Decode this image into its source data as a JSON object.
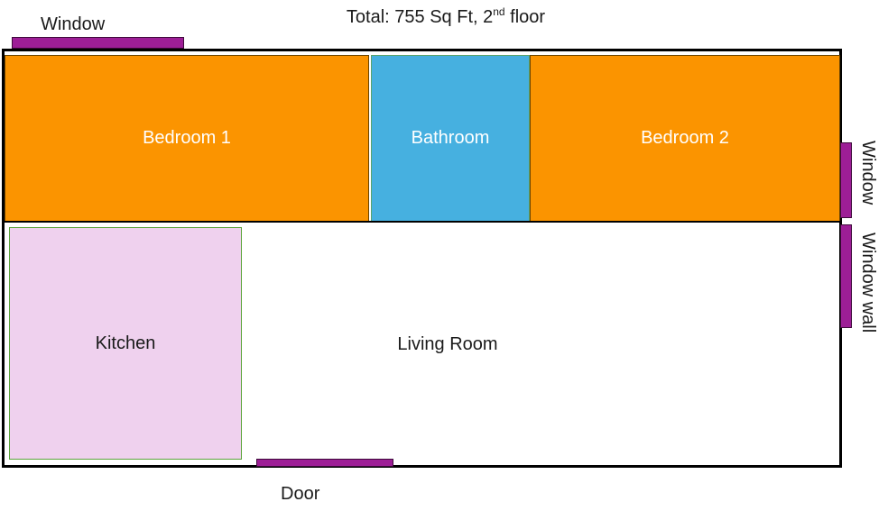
{
  "title": {
    "text": "Total: 755 Sq Ft, 2",
    "sup": "nd",
    "suffix": " floor"
  },
  "rooms": {
    "bedroom1": "Bedroom 1",
    "bathroom": "Bathroom",
    "bedroom2": "Bedroom 2",
    "kitchen": "Kitchen",
    "living_room": "Living Room"
  },
  "labels": {
    "window_top": "Window",
    "window_right": "Window",
    "window_wall": "Window wall",
    "door": "Door"
  },
  "colors": {
    "bedroom": "#fb9400",
    "bathroom": "#46b0e0",
    "kitchen": "#efd1ee",
    "window_door": "#9d1e96"
  }
}
